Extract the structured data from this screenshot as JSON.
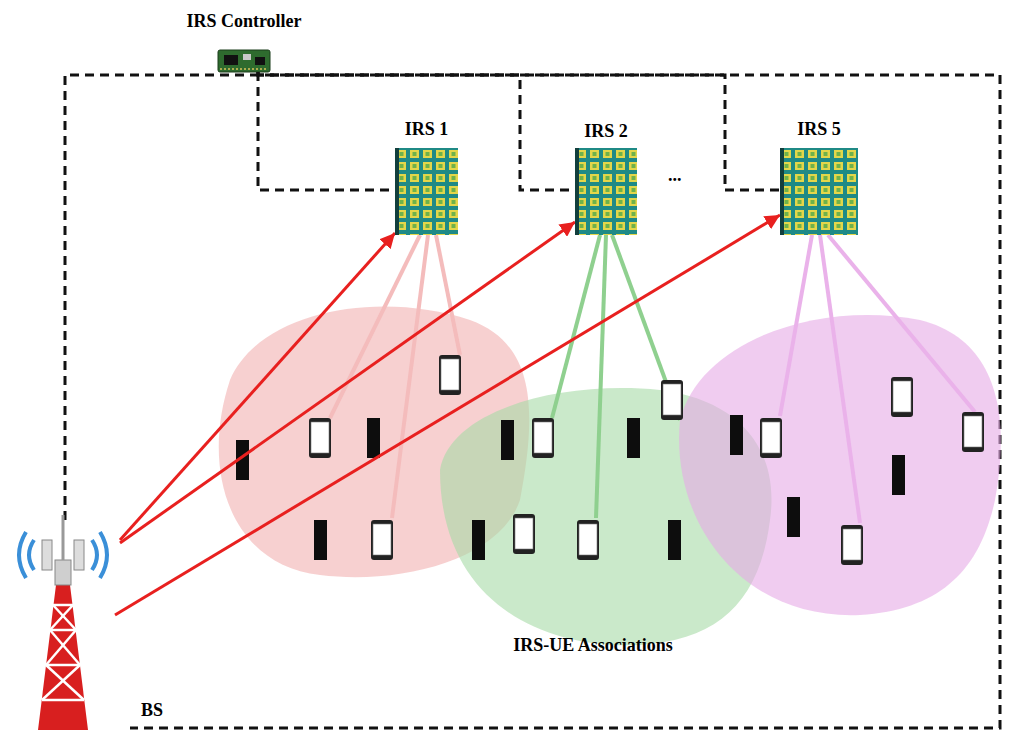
{
  "diagram": {
    "nodes": [
      {
        "text": [
          "IRS Controller"
        ]
      },
      {
        "text": [
          "IRS 1"
        ]
      },
      {
        "text": [
          "IRS 2"
        ]
      },
      {
        "text": [
          "IRS 5"
        ]
      },
      {
        "text": [
          "BS"
        ]
      }
    ],
    "edges": [
      {
        "from": 0,
        "to": 1,
        "arrow": "none"
      },
      {
        "from": 0,
        "to": 2,
        "arrow": "none"
      },
      {
        "from": 0,
        "to": 3,
        "arrow": "none"
      },
      {
        "from": 4,
        "to": 1,
        "arrow": "to"
      },
      {
        "from": 4,
        "to": 2,
        "arrow": "to"
      },
      {
        "from": 4,
        "to": 3,
        "arrow": "to"
      }
    ],
    "labels": [
      "...",
      "IRS-UE Associations"
    ]
  }
}
